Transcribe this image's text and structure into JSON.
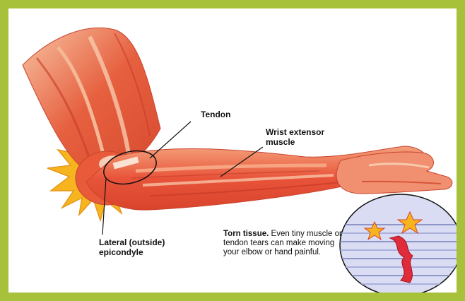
{
  "labels": {
    "tendon": "Tendon",
    "wrist_extensor": "Wrist extensor muscle",
    "lateral_epicondyle": "Lateral (outside) epicondyle"
  },
  "torn_tissue": {
    "title": "Torn tissue.",
    "text": "Even tiny muscle or tendon tears can make moving your elbow or hand painful."
  },
  "colors": {
    "border": "#a7c23a",
    "muscle": "#e8543a",
    "pain_burst": "#f6b51e"
  }
}
